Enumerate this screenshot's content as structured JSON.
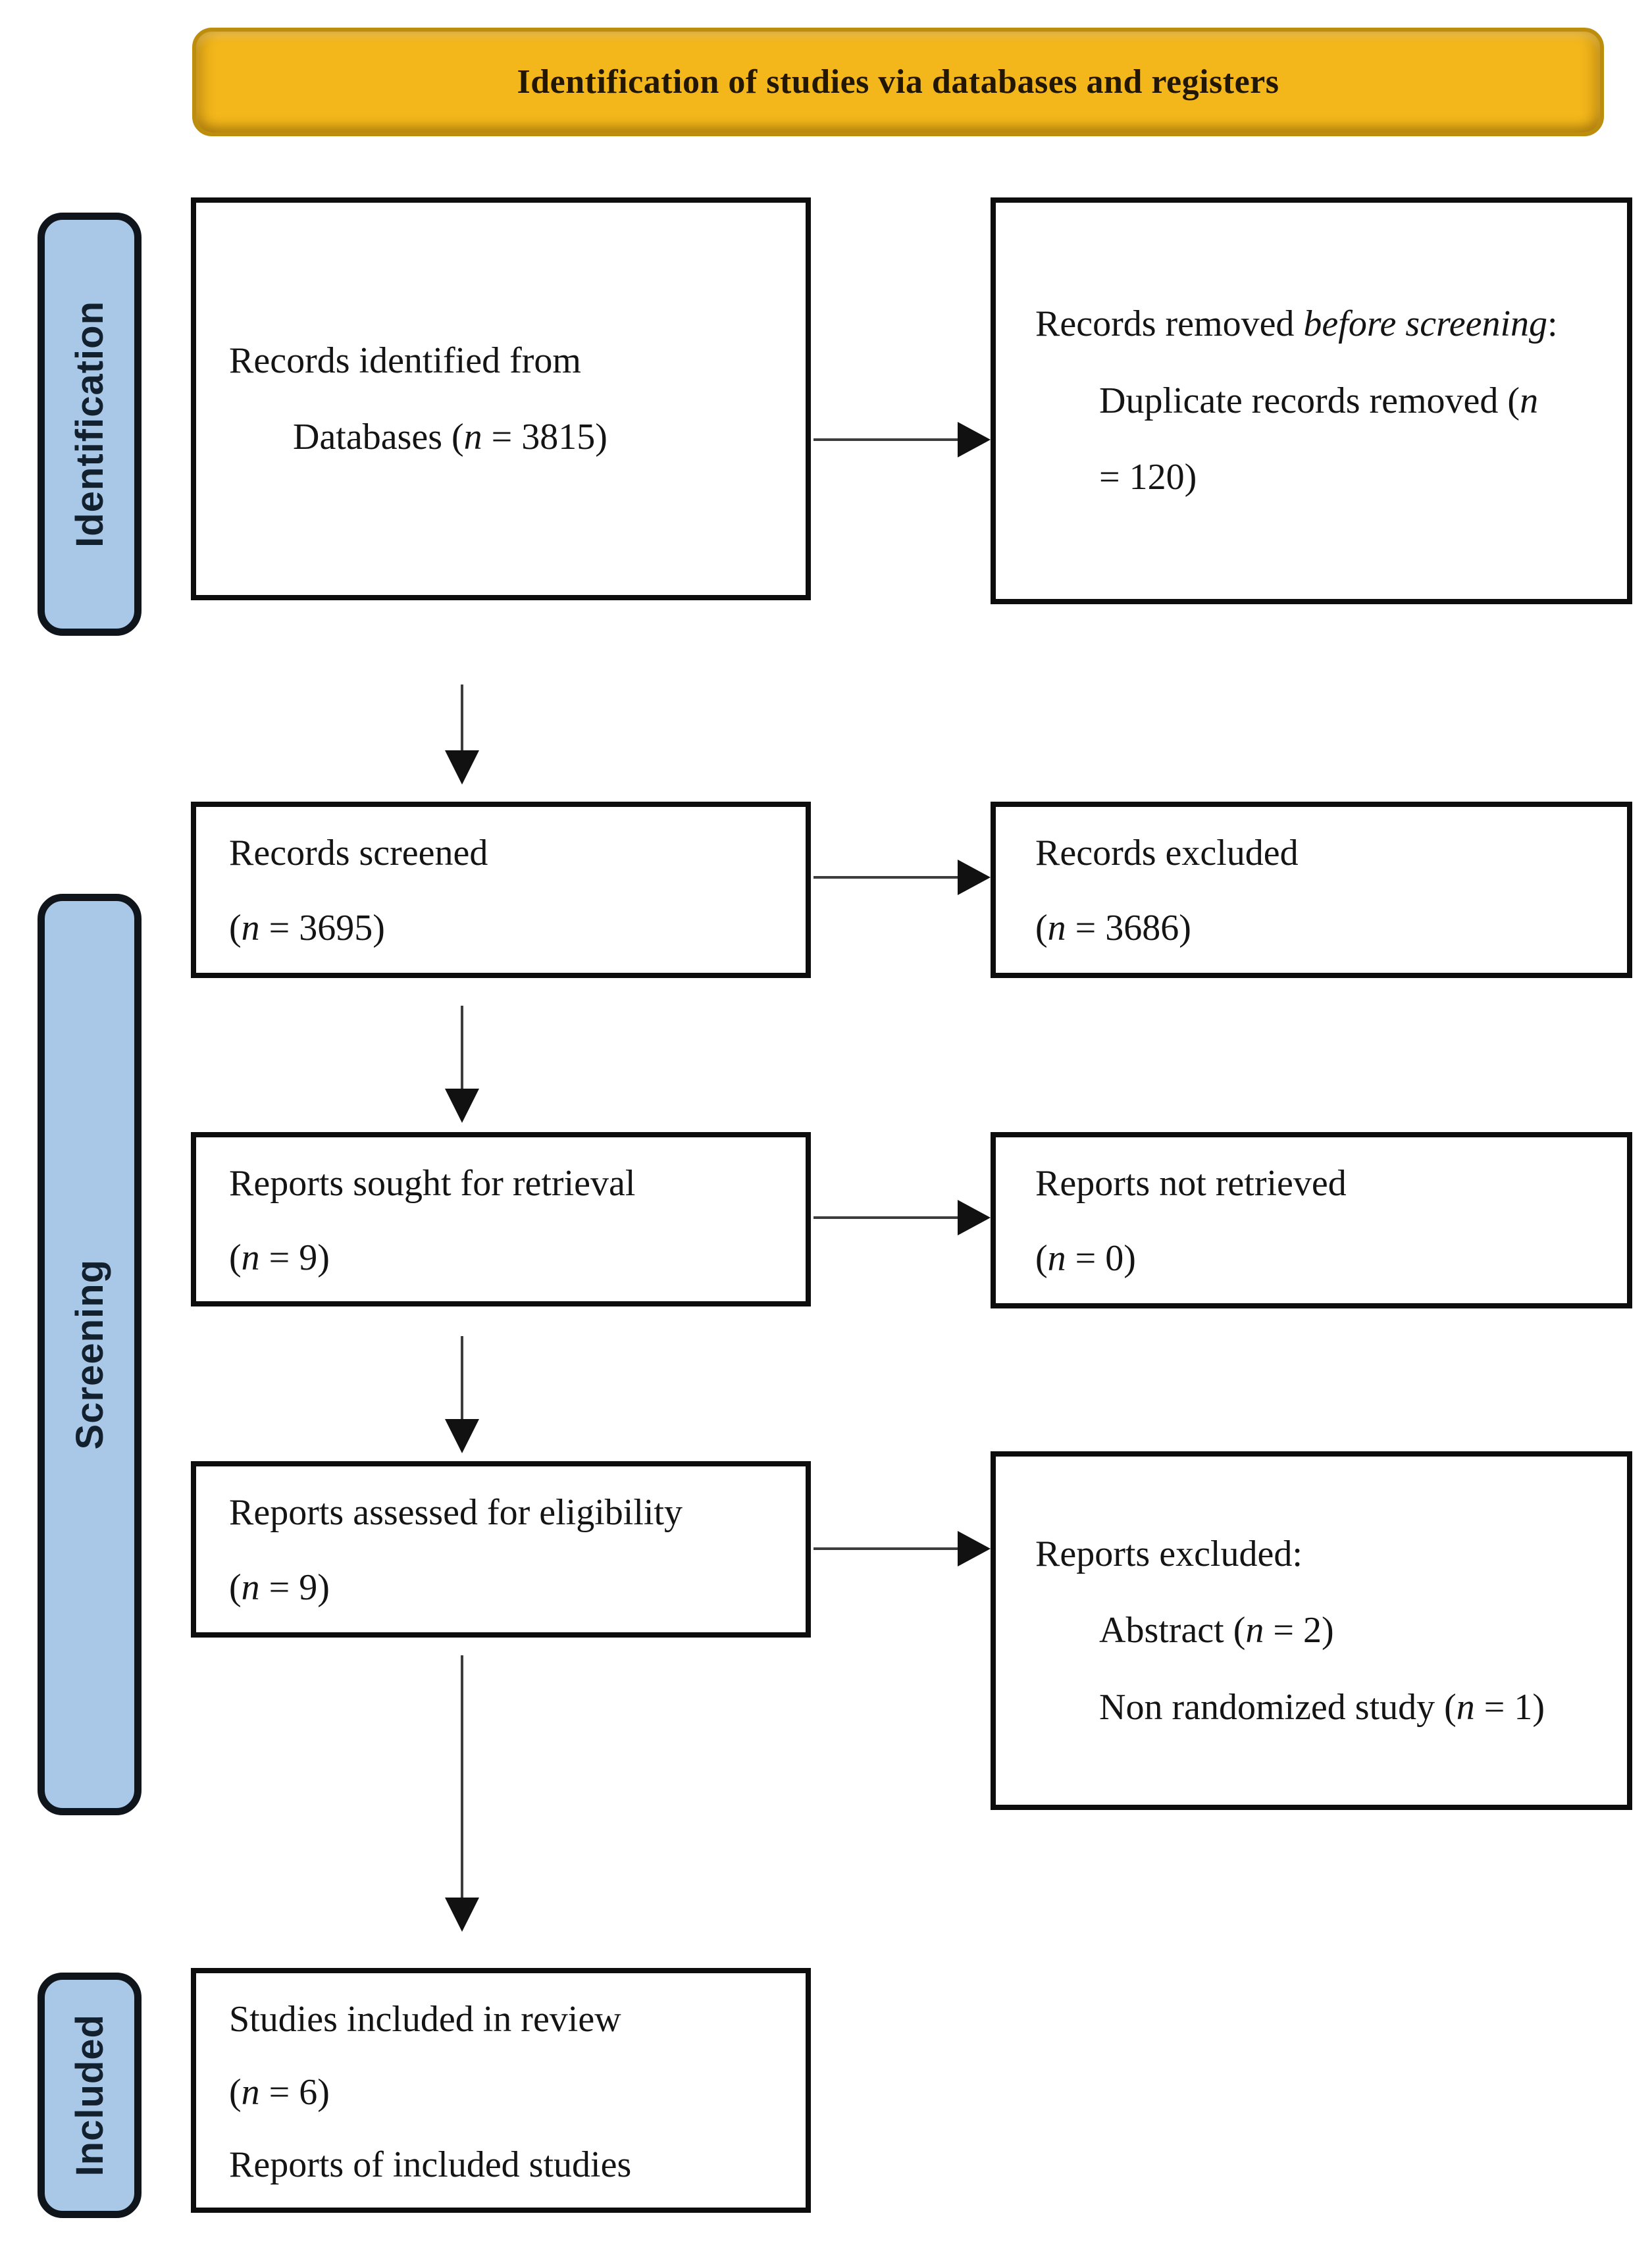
{
  "banner": {
    "title": "Identification of studies via databases and registers"
  },
  "sidebar": {
    "identification": {
      "label": "Identification"
    },
    "screening": {
      "label": "Screening"
    },
    "included": {
      "label": "Included"
    }
  },
  "colors": {
    "banner_fill": "#F3B71B",
    "banner_border": "#BD8D0E",
    "sidebar_fill": "#A9C7E7",
    "sidebar_border": "#10151c",
    "box_border": "#0d0d0d",
    "arrow": "#111111"
  },
  "boxes": {
    "records_identified": {
      "lines": [
        {
          "indent": 0,
          "segments": [
            {
              "t": "Records identified from"
            }
          ]
        },
        {
          "indent": 1,
          "segments": [
            {
              "t": "Databases ("
            },
            {
              "t": "n",
              "i": true
            },
            {
              "t": " = 3815)"
            }
          ]
        }
      ]
    },
    "records_removed": {
      "lines": [
        {
          "indent": 0,
          "segments": [
            {
              "t": "Records removed "
            },
            {
              "t": "before screening",
              "i": true
            },
            {
              "t": ":"
            }
          ]
        },
        {
          "indent": 1,
          "segments": [
            {
              "t": "Duplicate records removed ("
            },
            {
              "t": "n",
              "i": true
            }
          ]
        },
        {
          "indent": 1,
          "segments": [
            {
              "t": "= 120)"
            }
          ]
        }
      ]
    },
    "records_screened": {
      "lines": [
        {
          "indent": 0,
          "segments": [
            {
              "t": "Records screened"
            }
          ]
        },
        {
          "indent": 0,
          "segments": [
            {
              "t": "("
            },
            {
              "t": "n",
              "i": true
            },
            {
              "t": " = 3695)"
            }
          ]
        }
      ]
    },
    "records_excluded": {
      "lines": [
        {
          "indent": 0,
          "segments": [
            {
              "t": "Records excluded"
            }
          ]
        },
        {
          "indent": 0,
          "segments": [
            {
              "t": "("
            },
            {
              "t": "n",
              "i": true
            },
            {
              "t": " = 3686)"
            }
          ]
        }
      ]
    },
    "reports_sought": {
      "lines": [
        {
          "indent": 0,
          "segments": [
            {
              "t": "Reports sought for retrieval"
            }
          ]
        },
        {
          "indent": 0,
          "segments": [
            {
              "t": "("
            },
            {
              "t": "n",
              "i": true
            },
            {
              "t": " = 9)"
            }
          ]
        }
      ]
    },
    "reports_not_retrieved": {
      "lines": [
        {
          "indent": 0,
          "segments": [
            {
              "t": "Reports not retrieved"
            }
          ]
        },
        {
          "indent": 0,
          "segments": [
            {
              "t": "("
            },
            {
              "t": "n",
              "i": true
            },
            {
              "t": " = 0)"
            }
          ]
        }
      ]
    },
    "reports_assessed": {
      "lines": [
        {
          "indent": 0,
          "segments": [
            {
              "t": "Reports assessed for eligibility"
            }
          ]
        },
        {
          "indent": 0,
          "segments": [
            {
              "t": "("
            },
            {
              "t": "n",
              "i": true
            },
            {
              "t": " = 9)"
            }
          ]
        }
      ]
    },
    "reports_excluded": {
      "lines": [
        {
          "indent": 0,
          "segments": [
            {
              "t": "Reports excluded:"
            }
          ]
        },
        {
          "indent": 1,
          "segments": [
            {
              "t": "Abstract ("
            },
            {
              "t": "n",
              "i": true
            },
            {
              "t": " = 2)"
            }
          ]
        },
        {
          "indent": 1,
          "segments": [
            {
              "t": "Non randomized study ("
            },
            {
              "t": "n",
              "i": true
            },
            {
              "t": " = 1)"
            }
          ]
        }
      ]
    },
    "studies_included": {
      "lines": [
        {
          "indent": 0,
          "segments": [
            {
              "t": "Studies included in review"
            }
          ]
        },
        {
          "indent": 0,
          "segments": [
            {
              "t": "("
            },
            {
              "t": "n",
              "i": true
            },
            {
              "t": " = 6)"
            }
          ]
        },
        {
          "indent": 0,
          "segments": [
            {
              "t": "Reports of included studies"
            }
          ]
        }
      ]
    }
  }
}
